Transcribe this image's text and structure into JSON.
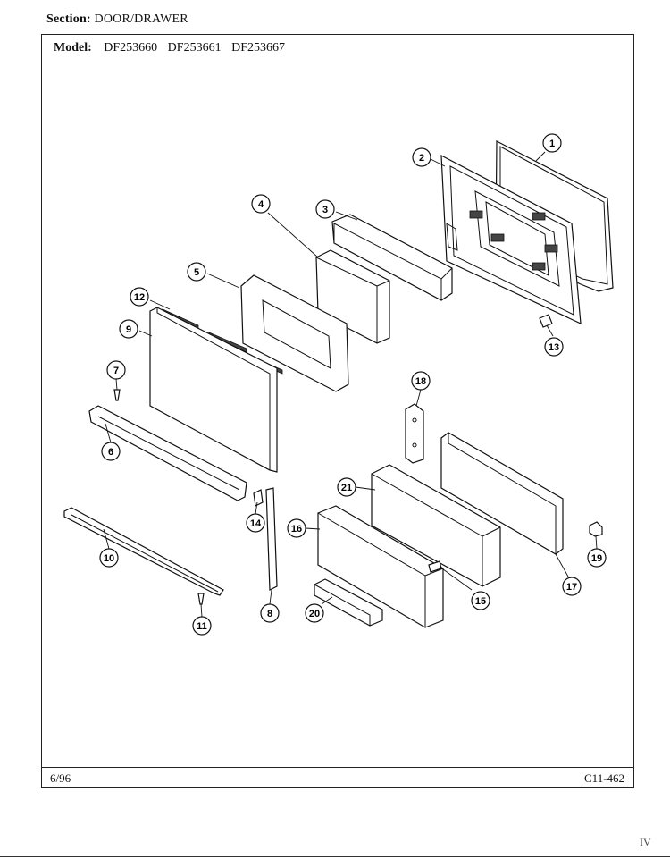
{
  "header": {
    "section_label": "Section:",
    "section_value": "DOOR/DRAWER",
    "model_label": "Model:",
    "models": [
      "DF253660",
      "DF253661",
      "DF253667"
    ]
  },
  "footer": {
    "date": "6/96",
    "page_code": "C11-462",
    "corner_mark": "IV"
  },
  "callouts": {
    "c1": "1",
    "c2": "2",
    "c3": "3",
    "c4": "4",
    "c5": "5",
    "c6": "6",
    "c7": "7",
    "c8": "8",
    "c9": "9",
    "c10": "10",
    "c11": "11",
    "c12": "12",
    "c13": "13",
    "c14": "14",
    "c15": "15",
    "c16": "16",
    "c17": "17",
    "c18": "18",
    "c19": "19",
    "c20": "20",
    "c21": "21"
  }
}
